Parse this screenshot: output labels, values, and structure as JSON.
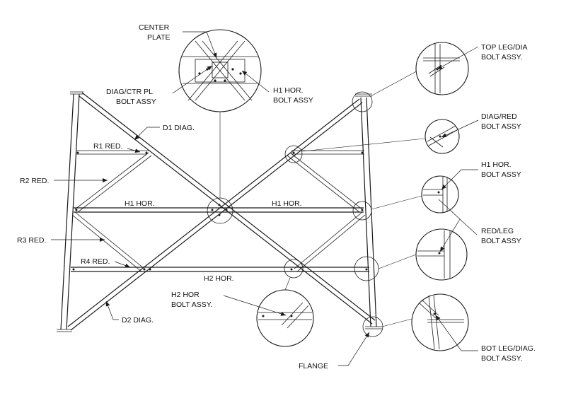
{
  "labels": {
    "center_plate": [
      "CENTER",
      "PLATE"
    ],
    "diag_ctr_pl": [
      "DIAG/CTR PL",
      "BOLT ASSY"
    ],
    "h1_hor_bolt": [
      "H1 HOR.",
      "BOLT ASSY"
    ],
    "top_leg_dia": [
      "TOP LEG/DIA",
      "BOLT ASSY."
    ],
    "diag_red": [
      "DIAG/RED",
      "BOLT ASSY"
    ],
    "h1_hor_bolt_right": [
      "H1 HOR.",
      "BOLT ASSY"
    ],
    "red_leg": [
      "RED/LEG",
      "BOLT ASSY"
    ],
    "bot_leg_diag": [
      "BOT LEG/DIAG.",
      "BOLT ASSY."
    ],
    "h2_hor_bolt": [
      "H2 HOR",
      "BOLT ASSY."
    ],
    "d1_diag": "D1 DIAG.",
    "r1_red": "R1 RED.",
    "r2_red": "R2 RED.",
    "h1_hor_left": "H1  HOR.",
    "h1_hor_right": "H1 HOR.",
    "r3_red": "R3 RED.",
    "r4_red": "R4 RED.",
    "h2_hor": "H2 HOR.",
    "d2_diag": "D2 DIAG.",
    "flange": "FLANGE"
  },
  "icons": [
    "bolt-hole-dots",
    "detail-circle",
    "leader-arrow"
  ]
}
